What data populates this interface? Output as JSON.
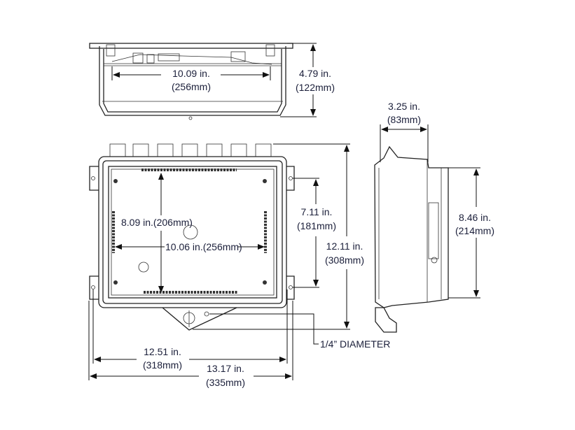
{
  "top_view": {
    "width_in": "10.09 in.",
    "width_mm": "(256mm)",
    "height_in": "4.79 in.",
    "height_mm": "(122mm)"
  },
  "front_view": {
    "inner_height": "8.09 in.(206mm)",
    "inner_width": "10.06 in.(256mm)",
    "mount_spacing_in": "7.11 in.",
    "mount_spacing_mm": "(181mm)",
    "total_height_in": "12.11 in.",
    "total_height_mm": "(308mm)",
    "hole_note": "1/4” DIAMETER",
    "mount_width_in": "12.51 in.",
    "mount_width_mm": "(318mm)",
    "overall_width_in": "13.17 in.",
    "overall_width_mm": "(335mm)"
  },
  "side_view": {
    "depth_in": "3.25 in.",
    "depth_mm": "(83mm)",
    "height_in": "8.46 in.",
    "height_mm": "(214mm)"
  }
}
